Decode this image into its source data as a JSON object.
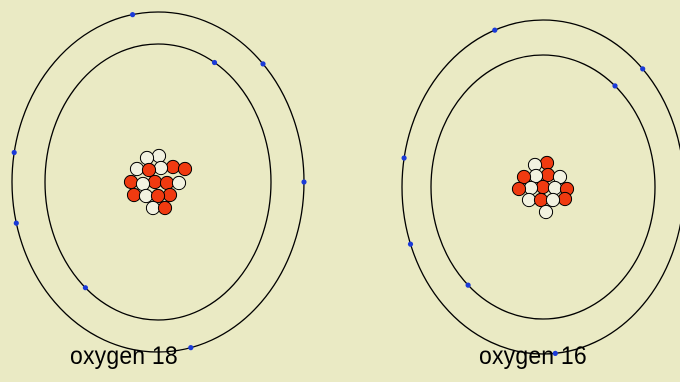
{
  "atoms": [
    {
      "label": "oxygen 18",
      "protons": 8,
      "neutrons": 10,
      "electrons": 8
    },
    {
      "label": "oxygen 16",
      "protons": 8,
      "neutrons": 8,
      "electrons": 8
    }
  ],
  "colors": {
    "background": "#eaeac4",
    "proton": "#f03a10",
    "neutron": "#f2f2e0",
    "electron": "#1a3ad8",
    "shell": "#000000"
  }
}
